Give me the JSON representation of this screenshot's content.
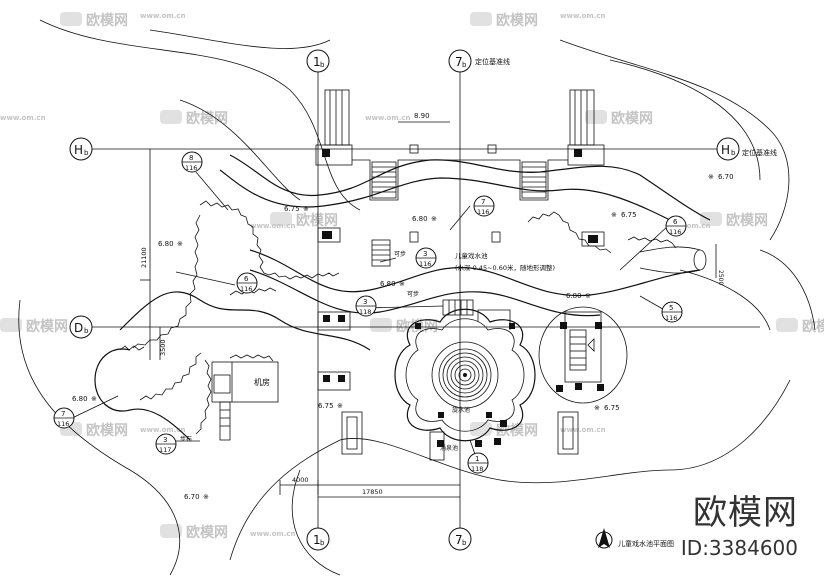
{
  "axes": {
    "h": "H",
    "d": "D",
    "one": "1",
    "seven": "7",
    "axis_sub": "b"
  },
  "notes": {
    "datum_line_top": "定位基准线",
    "datum_line_right": "定位基准线",
    "pool_name": "儿童戏水池",
    "pool_depth": "(水深 0.45~0.60米，随地形调整)",
    "pump_room": "机房",
    "step_stone": "步石",
    "steps_a": "可步",
    "steps_b": "可步",
    "fountain": "旋水池",
    "fountain_label": "涌泉池",
    "plan_title": "儿童戏水池平面图"
  },
  "dims": {
    "top": "8.90",
    "left_v1": "21100",
    "left_v2": "3500",
    "bottom1": "4000",
    "bottom2": "17850",
    "right_v": "2500"
  },
  "elevations": {
    "e1": "6.75",
    "e2": "6.80",
    "e3": "6.75",
    "e4": "6.70",
    "e5": "6.80",
    "e6": "6.80",
    "e7": "6.80",
    "e8": "6.75",
    "e9": "6.75",
    "e10": "6.80",
    "e11": "6.70"
  },
  "callouts": {
    "c1": {
      "top": "8",
      "bottom": "116"
    },
    "c2": {
      "top": "7",
      "bottom": "116"
    },
    "c3": {
      "top": "6",
      "bottom": "116"
    },
    "c4": {
      "top": "6",
      "bottom": "116"
    },
    "c5": {
      "top": "3",
      "bottom": "116"
    },
    "c6": {
      "top": "3",
      "bottom": "118"
    },
    "c7": {
      "top": "5",
      "bottom": "116"
    },
    "c8": {
      "top": "7",
      "bottom": "116"
    },
    "c9": {
      "top": "3",
      "bottom": "117"
    },
    "c10": {
      "top": "1",
      "bottom": "118"
    }
  },
  "watermark": {
    "brand": "欧模网",
    "site": "www.om.cn",
    "id": "ID:3384600"
  }
}
